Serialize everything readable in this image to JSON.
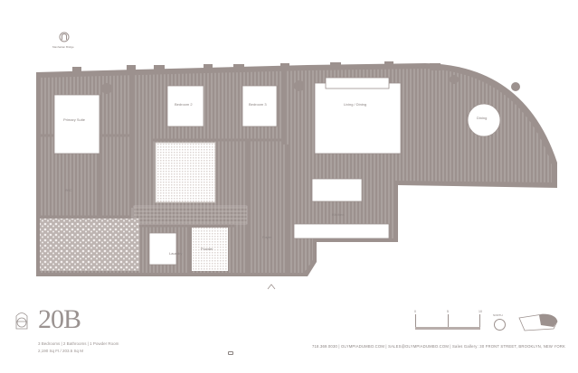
{
  "unit": {
    "name": "20B",
    "summary": "3 Bedrooms  |  2 Bathrooms  |  1 Powder Room",
    "area": "2,190 Sq Ft / 203.5 Sq M"
  },
  "landmark": "Manhattan Bridge",
  "rooms": {
    "primary": "Primary Suite",
    "bed2": "Bedroom 2",
    "bed3": "Bedroom 3",
    "living": "Living / Dining",
    "dining": "Dining",
    "kitchen": "Kitchen",
    "wic": "WIC",
    "laundry": "Laundry",
    "powder": "Powder",
    "foyer": "Foyer"
  },
  "scale": {
    "ticks": [
      "0",
      "5",
      "10"
    ]
  },
  "north": "NORTH",
  "contact": "718.369.0030  |  OLYMPIADUMBO.COM  |  SALES@OLYMPIADUMBO.COM  |  Sales Gallery: 30 FRONT STREET, BROOKLYN, NEW YORK",
  "colors": {
    "wall": "#9c918e",
    "floor_line": "#c9c2bf",
    "text": "#8a8280"
  }
}
